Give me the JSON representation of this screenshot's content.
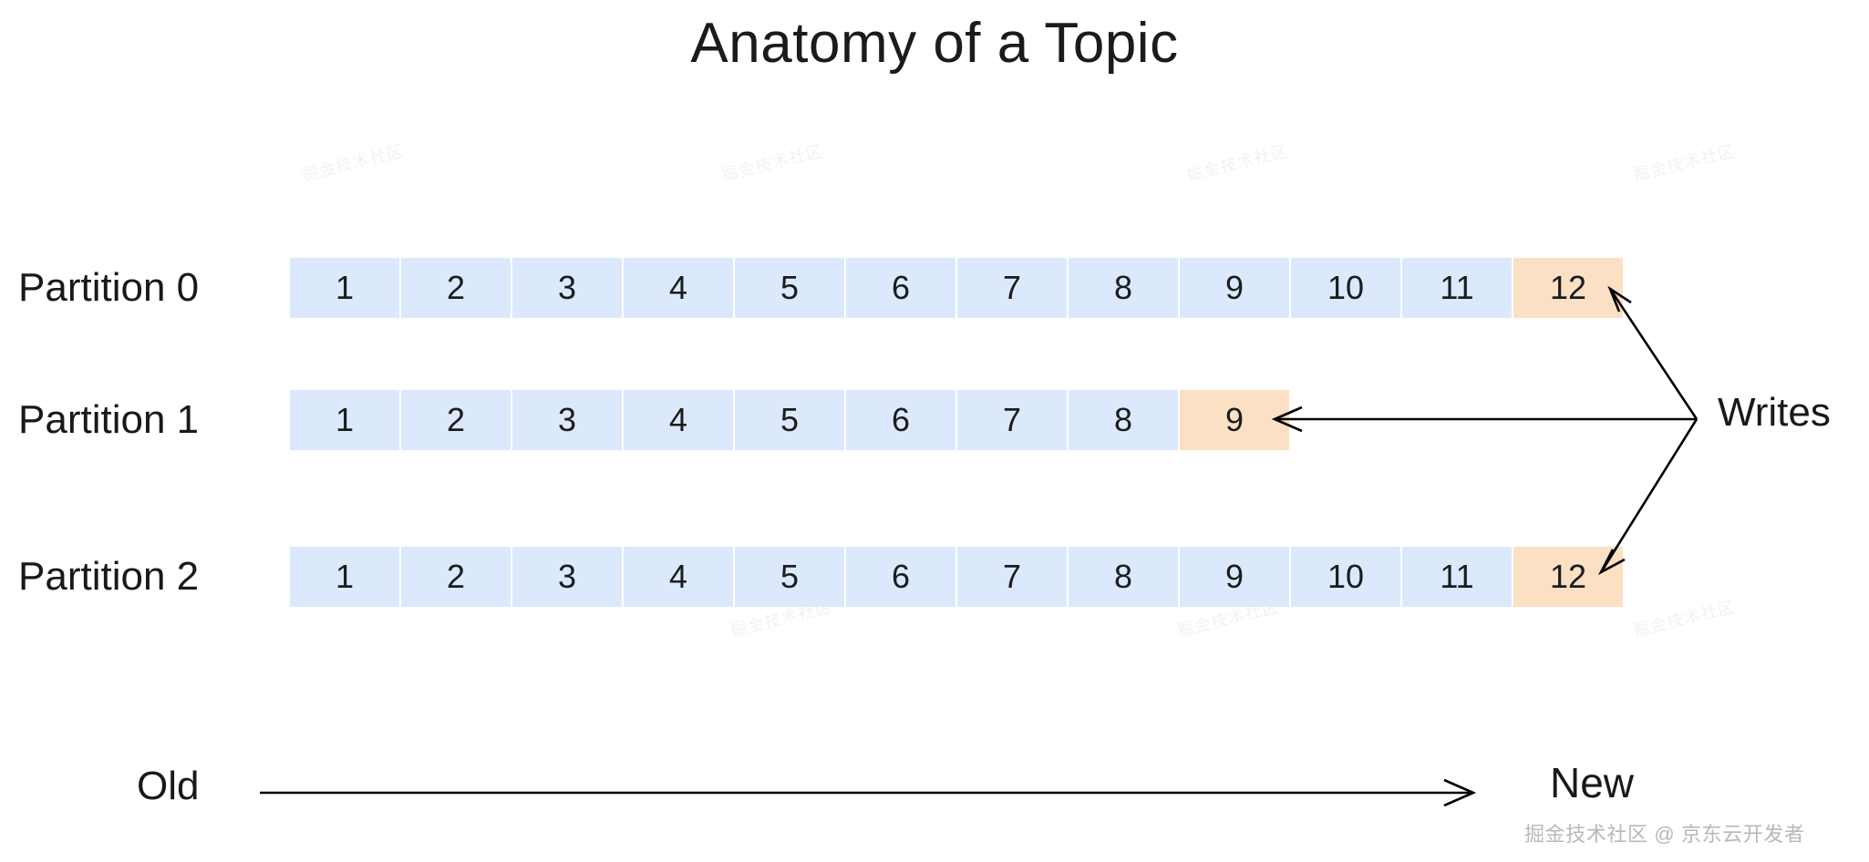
{
  "title": "Anatomy of a Topic",
  "colors": {
    "cell_blue": "#dce8fb",
    "cell_orange": "#fbe0c3",
    "text": "#191919",
    "arrow": "#000000",
    "watermark": "#b8b8b8"
  },
  "partitions": [
    {
      "label": "Partition 0",
      "cells": [
        "1",
        "2",
        "3",
        "4",
        "5",
        "6",
        "7",
        "8",
        "9",
        "10",
        "11",
        "12"
      ],
      "highlight_index": 11
    },
    {
      "label": "Partition 1",
      "cells": [
        "1",
        "2",
        "3",
        "4",
        "5",
        "6",
        "7",
        "8",
        "9"
      ],
      "highlight_index": 8
    },
    {
      "label": "Partition 2",
      "cells": [
        "1",
        "2",
        "3",
        "4",
        "5",
        "6",
        "7",
        "8",
        "9",
        "10",
        "11",
        "12"
      ],
      "highlight_index": 11
    }
  ],
  "writes": {
    "label": "Writes"
  },
  "axis": {
    "old_label": "Old",
    "new_label": "New"
  },
  "watermark": {
    "bottom": "掘金技术社区 @ 京东云开发者",
    "faint": "掘金技术社区"
  }
}
